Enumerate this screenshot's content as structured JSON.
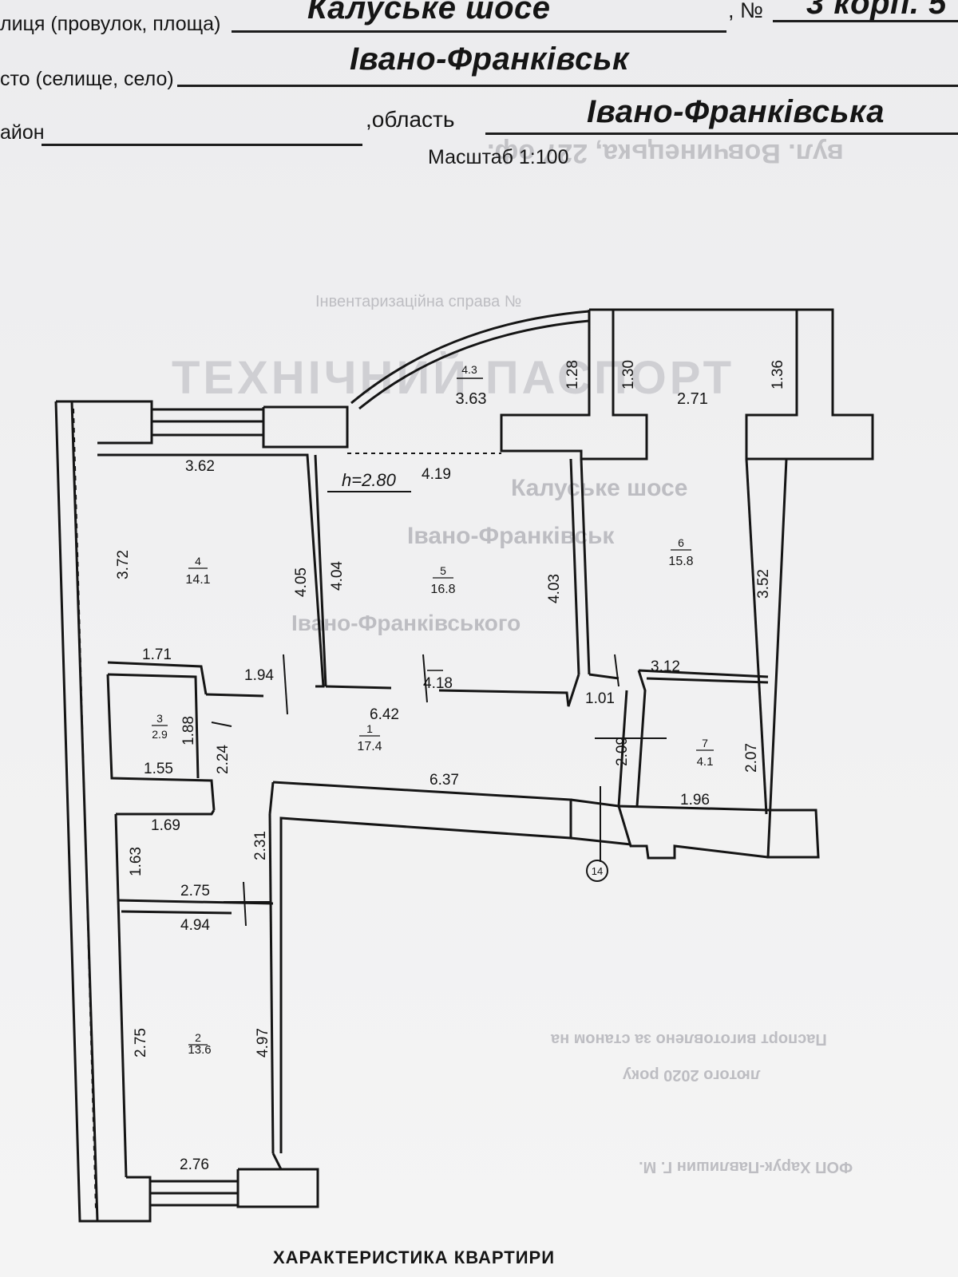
{
  "header": {
    "street_label": "лиця (провулок, площа)",
    "street_value": "Калуське шосе",
    "number_label": ", №",
    "number_value": "3 корп. 5",
    "city_label": "сто (селище, село)",
    "city_value": "Івано-Франківськ",
    "district_label": "айон",
    "region_label": ",область",
    "region_value": "Івано-Франківська",
    "scale": "Масштаб 1:100"
  },
  "plan": {
    "height_mark": "h=2.80",
    "axis_mark": "14",
    "rooms": [
      {
        "number": "1",
        "area": "17.4"
      },
      {
        "number": "2",
        "area": "13.6"
      },
      {
        "number": "3",
        "area": "2.9"
      },
      {
        "number": "4",
        "area": "14.1"
      },
      {
        "number": "4.3",
        "area": "3.63"
      },
      {
        "number": "5",
        "area": "16.8"
      },
      {
        "number": "6",
        "area": "15.8"
      },
      {
        "number": "7",
        "area": "4.1"
      }
    ],
    "dimensions": [
      "3.62",
      "4.19",
      "2.71",
      "1.28",
      "1.30",
      "1.36",
      "3.72",
      "4.05",
      "4.04",
      "4.03",
      "3.52",
      "1.71",
      "1.94",
      "4.18",
      "3.12",
      "6.42",
      "1.01",
      "1.88",
      "1.55",
      "2.24",
      "2.09",
      "2.07",
      "6.37",
      "1.96",
      "1.69",
      "1.63",
      "2.31",
      "2.75",
      "2.75",
      "4.94",
      "4.97",
      "2.76"
    ]
  },
  "footer": {
    "title": "ХАРАКТЕРИСТИКА КВАРТИРИ"
  },
  "background_text": {
    "ghost_1": "Інвентаризаційна справа №",
    "ghost_2": "ТЕХНІЧНИЙ ПАСПОРТ",
    "ghost_3": "Калуське шосе",
    "ghost_4": "Івано-Франківськ",
    "ghost_5": "Івано-Франківського",
    "ghost_6": "вул. Вовчинецька, 227 оф.",
    "ghost_7": "Івано-Франківськ",
    "ghost_8": "Паспорт виготовлено за станом на",
    "ghost_9": "лютого 2020 року",
    "ghost_10": "ФОП Харук-Павлишин Г. М."
  }
}
